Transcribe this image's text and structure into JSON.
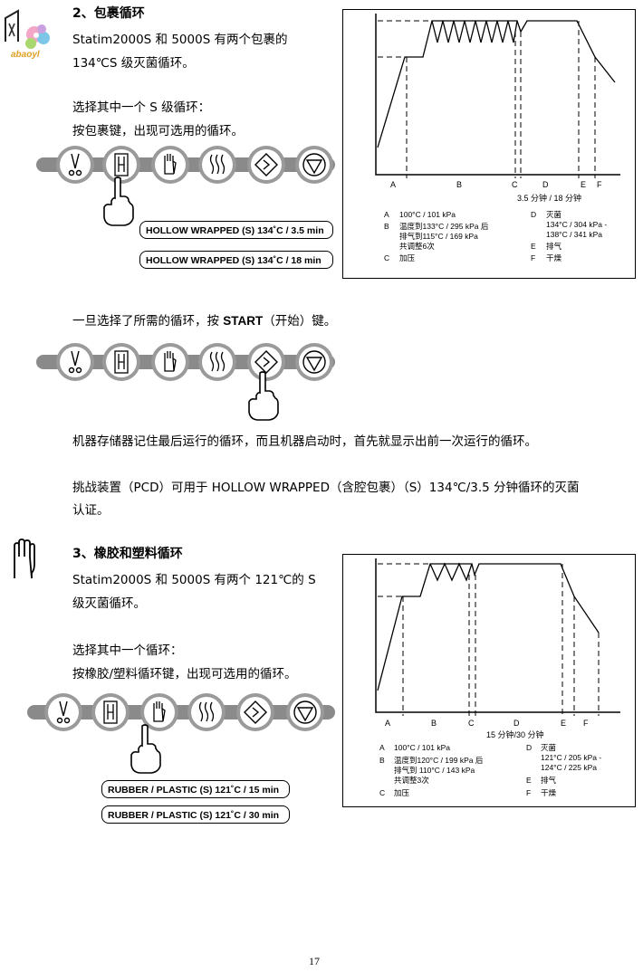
{
  "logo": {
    "text": "abaoyl"
  },
  "section2": {
    "heading": "2、包裹循环",
    "desc1": "Statim2000S 和 5000S 有两个包裹的",
    "desc2": "134℃S 级灭菌循环。",
    "select1": "选择其中一个 S 级循环：",
    "select2": "按包裹键，出现可选用的循环。",
    "options": [
      "HOLLOW WRAPPED (S) 134˚C / 3.5 min",
      "HOLLOW WRAPPED (S) 134˚C / 18 min"
    ]
  },
  "chart1": {
    "phase_labels": [
      "A",
      "B",
      "C",
      "D",
      "E",
      "F"
    ],
    "time_note": "3.5 分钟 / 18 分钟",
    "legend": {
      "a_key": "A",
      "a_val": "100°C / 101 kPa",
      "b_key": "B",
      "b_val1": "温度到133°C / 295 kPa 后",
      "b_val2": "排气到115°C / 169 kPa",
      "b_val3": "共调整6次",
      "c_key": "C",
      "c_val": "加压",
      "d_key": "D",
      "d_val1": "灭菌",
      "d_val2": "134°C / 304 kPa -",
      "d_val3": "138°C / 341 kPa",
      "e_key": "E",
      "e_val": "排气",
      "f_key": "F",
      "f_val": "干燥"
    }
  },
  "start_section": {
    "text_pre": "一旦选择了所需的循环，按 ",
    "text_bold": "START",
    "text_post": "（开始）键。"
  },
  "para_memory": "机器存储器记住最后运行的循环，而且机器启动时，首先就显示出前一次运行的循环。",
  "para_pcd1": "挑战装置（PCD）可用于 HOLLOW WRAPPED（含腔包裹）（S）134℃/3.5 分钟循环的灭菌",
  "para_pcd2": "认证。",
  "section3": {
    "heading": "3、橡胶和塑料循环",
    "desc1": "Statim2000S 和 5000S 有两个 121℃的 S",
    "desc2": "级灭菌循环。",
    "select1": "选择其中一个循环：",
    "select2": "按橡胶/塑料循环键，出现可选用的循环。",
    "options": [
      "RUBBER / PLASTIC (S) 121˚C / 15 min",
      "RUBBER / PLASTIC (S) 121˚C / 30 min"
    ]
  },
  "chart2": {
    "phase_labels": [
      "A",
      "B",
      "C",
      "D",
      "E",
      "F"
    ],
    "time_note": "15 分钟/30 分钟",
    "legend": {
      "a_key": "A",
      "a_val": "100°C / 101 kPa",
      "b_key": "B",
      "b_val1": "温度到120°C / 199 kPa 后",
      "b_val2": "排气到 110°C / 143 kPa",
      "b_val3": "共调整3次",
      "c_key": "C",
      "c_val": "加压",
      "d_key": "D",
      "d_val1": "灭菌",
      "d_val2": "121°C / 205 kPa -",
      "d_val3": "124°C / 225 kPa",
      "e_key": "E",
      "e_val": "排气",
      "f_key": "F",
      "f_val": "干燥"
    }
  },
  "button_icons": [
    "scissors-icon",
    "wrapped-pouch-icon",
    "glove-icon",
    "heat-waves-icon",
    "start-diamond-icon",
    "stop-icon"
  ],
  "page_number": "17"
}
